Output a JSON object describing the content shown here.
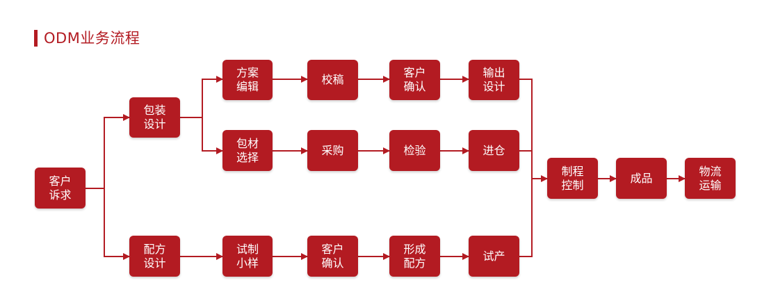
{
  "title": "ODM业务流程",
  "colors": {
    "accent": "#b31b22"
  },
  "nodes": {
    "n_kehu_suqiu": "客户\n诉求",
    "n_baozhuang_sheji": "包装\n设计",
    "n_peifang_sheji": "配方\n设计",
    "n_fangan_bianji": "方案\n编辑",
    "n_jiaogao": "校稿",
    "n_kehu_queren1": "客户\n确认",
    "n_shuchu_sheji": "输出\n设计",
    "n_baocai_xuanze": "包材\n选择",
    "n_caigou": "采购",
    "n_jianyan": "检验",
    "n_jincang": "进仓",
    "n_shizhi_xiaoyang": "试制\n小样",
    "n_kehu_queren2": "客户\n确认",
    "n_xingcheng_peifang": "形成\n配方",
    "n_shichan": "试产",
    "n_zhicheng_kongzhi": "制程\n控制",
    "n_chengpin": "成品",
    "n_wuliu_yunshu": "物流\n运输"
  }
}
